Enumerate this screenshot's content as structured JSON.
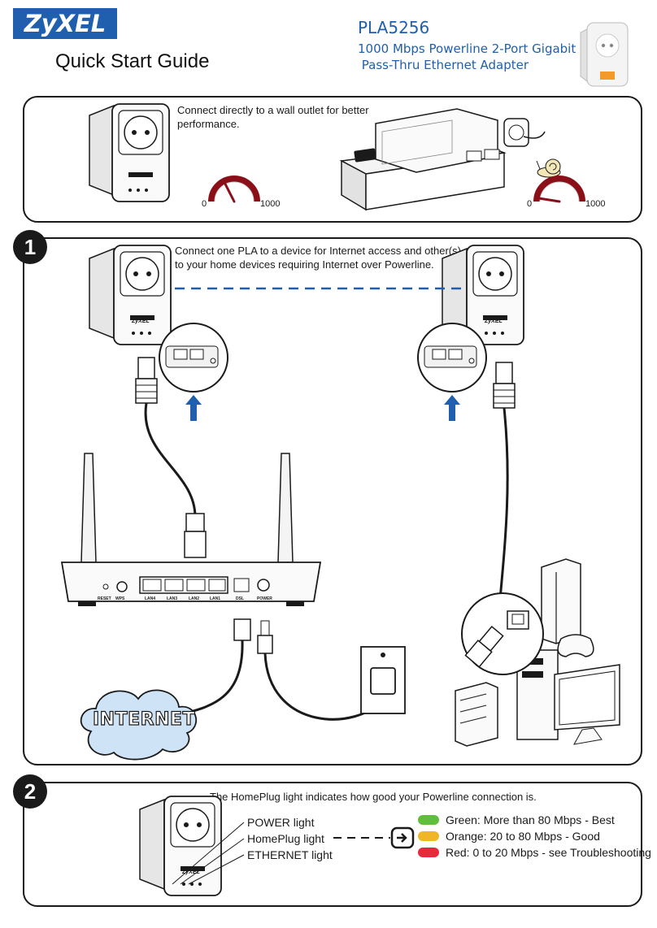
{
  "header": {
    "brand": "ZyXEL",
    "guide_title": "Quick Start Guide",
    "model": "PLA5256",
    "subtitle_line1": "1000 Mbps Powerline 2-Port Gigabit",
    "subtitle_line2": " Pass-Thru Ethernet Adapter"
  },
  "intro": {
    "note_line1": "Connect directly to a wall outlet for better",
    "note_line2": "performance.",
    "gauge_min": "0",
    "gauge_max": "1000",
    "gauge_good_level": 0.35,
    "gauge_bad_level": 0.05
  },
  "step1": {
    "number": "1",
    "note_line1": "Connect one PLA to a device for Internet access and other(s)",
    "note_line2": "to your home devices requiring Internet over Powerline.",
    "router_ports": [
      "RESET",
      "WPS",
      "LAN4",
      "LAN3",
      "LAN2",
      "LAN1",
      "DSL",
      "POWER"
    ],
    "cloud_label": "INTERNET",
    "device_brand": "ZyXEL"
  },
  "step2": {
    "number": "2",
    "note": "The HomePlug light indicates how good your Powerline connection is.",
    "lights": [
      "POWER light",
      "HomePlug light",
      "ETHERNET light"
    ],
    "legend": [
      {
        "color": "#5fbf3a",
        "label": "Green: More than 80 Mbps - Best"
      },
      {
        "color": "#f0b62a",
        "label": "Orange: 20 to 80 Mbps - Good"
      },
      {
        "color": "#e8293c",
        "label": "Red: 0 to 20 Mbps - see Troubleshooting"
      }
    ]
  }
}
